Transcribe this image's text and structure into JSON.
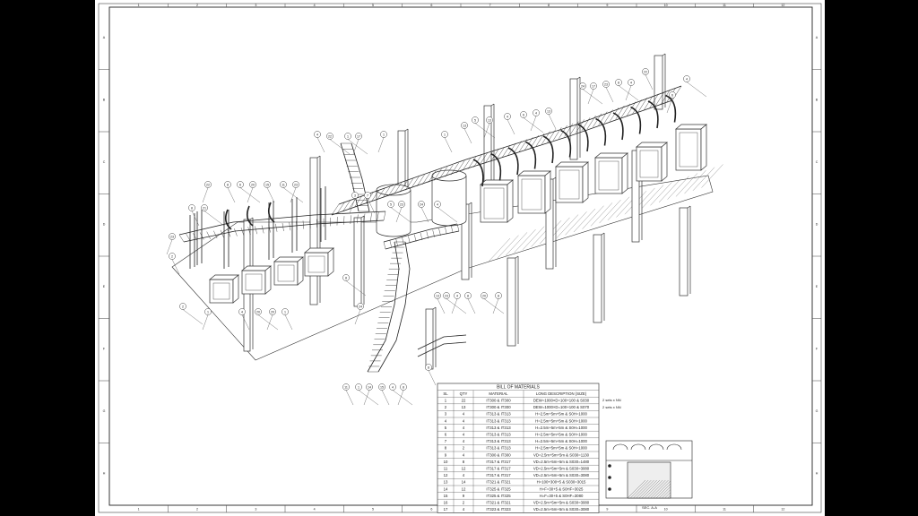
{
  "border": {
    "top_numbers": [
      "1",
      "2",
      "3",
      "4",
      "5",
      "6",
      "7",
      "8",
      "9",
      "10",
      "11",
      "12"
    ],
    "side_letters": [
      "A",
      "B",
      "C",
      "D",
      "E",
      "F",
      "G",
      "H"
    ]
  },
  "bom": {
    "title": "BILL OF MATERIALS",
    "headers": [
      "SL",
      "QTY",
      "MATERIAL",
      "LONG DESCRIPTION (SIZE)"
    ],
    "rows": [
      [
        "1",
        "22",
        "IT300 & IT300",
        "DEW=1000×D=100+100 & S030"
      ],
      [
        "2",
        "13",
        "IT300 & IT300",
        "DEW=1000×D=100+100 & S070"
      ],
      [
        "3",
        "4",
        "IT313 & IT313",
        "H=2.5m+5m+5m & S0H=1000"
      ],
      [
        "4",
        "4",
        "IT313 & IT313",
        "H=2.5m+5m+5m & S0H=1000"
      ],
      [
        "5",
        "4",
        "IT313 & IT313",
        "H=2.5m+5m+5m & S0H=1000"
      ],
      [
        "6",
        "4",
        "IT313 & IT313",
        "H=2.5m+5m+5m & S0H=1000"
      ],
      [
        "7",
        "4",
        "IT313 & IT313",
        "H=2.5m+5m+5m & S0H=1000"
      ],
      [
        "8",
        "2",
        "IT313 & IT313",
        "H=2.5m+5m+5m & S0H=1000"
      ],
      [
        "9",
        "4",
        "IT300 & IT300",
        "VD=2.5m+5m+5m & S030=1130"
      ],
      [
        "10",
        "8",
        "IT317 & IT317",
        "VD=2.5m+5m+5m & S030=1480"
      ],
      [
        "11",
        "12",
        "IT317 & IT317",
        "VD=2.5m+5m+5m & S030=3080"
      ],
      [
        "12",
        "4",
        "IT317 & IT317",
        "VD=2.5m+5m+5m & S030=3080"
      ],
      [
        "13",
        "14",
        "IT321 & IT321",
        "H=100+300+5 & S030=3015"
      ],
      [
        "14",
        "12",
        "IT325 & IT325",
        "H=F=30+5 & S0HF=3025"
      ],
      [
        "15",
        "9",
        "IT325 & IT325",
        "H=F=30+5 & S0HF=3080"
      ],
      [
        "16",
        "2",
        "IT321 & IT321",
        "VD=2.5m+5m+5m & S030=3080"
      ],
      [
        "17",
        "4",
        "IT323 & IT323",
        "VD=2.5m+5m+5m & S030=3080"
      ]
    ],
    "notes": [
      "2 sets x NN",
      "2 sets x NN"
    ]
  },
  "detail": {
    "label": "SEC. A-A"
  },
  "callouts": [
    "1",
    "2",
    "3",
    "4",
    "5",
    "6",
    "7",
    "8",
    "9",
    "10",
    "11",
    "12",
    "13",
    "14",
    "15",
    "16",
    "17",
    "18",
    "19",
    "20",
    "21",
    "22",
    "23",
    "24",
    "25"
  ]
}
